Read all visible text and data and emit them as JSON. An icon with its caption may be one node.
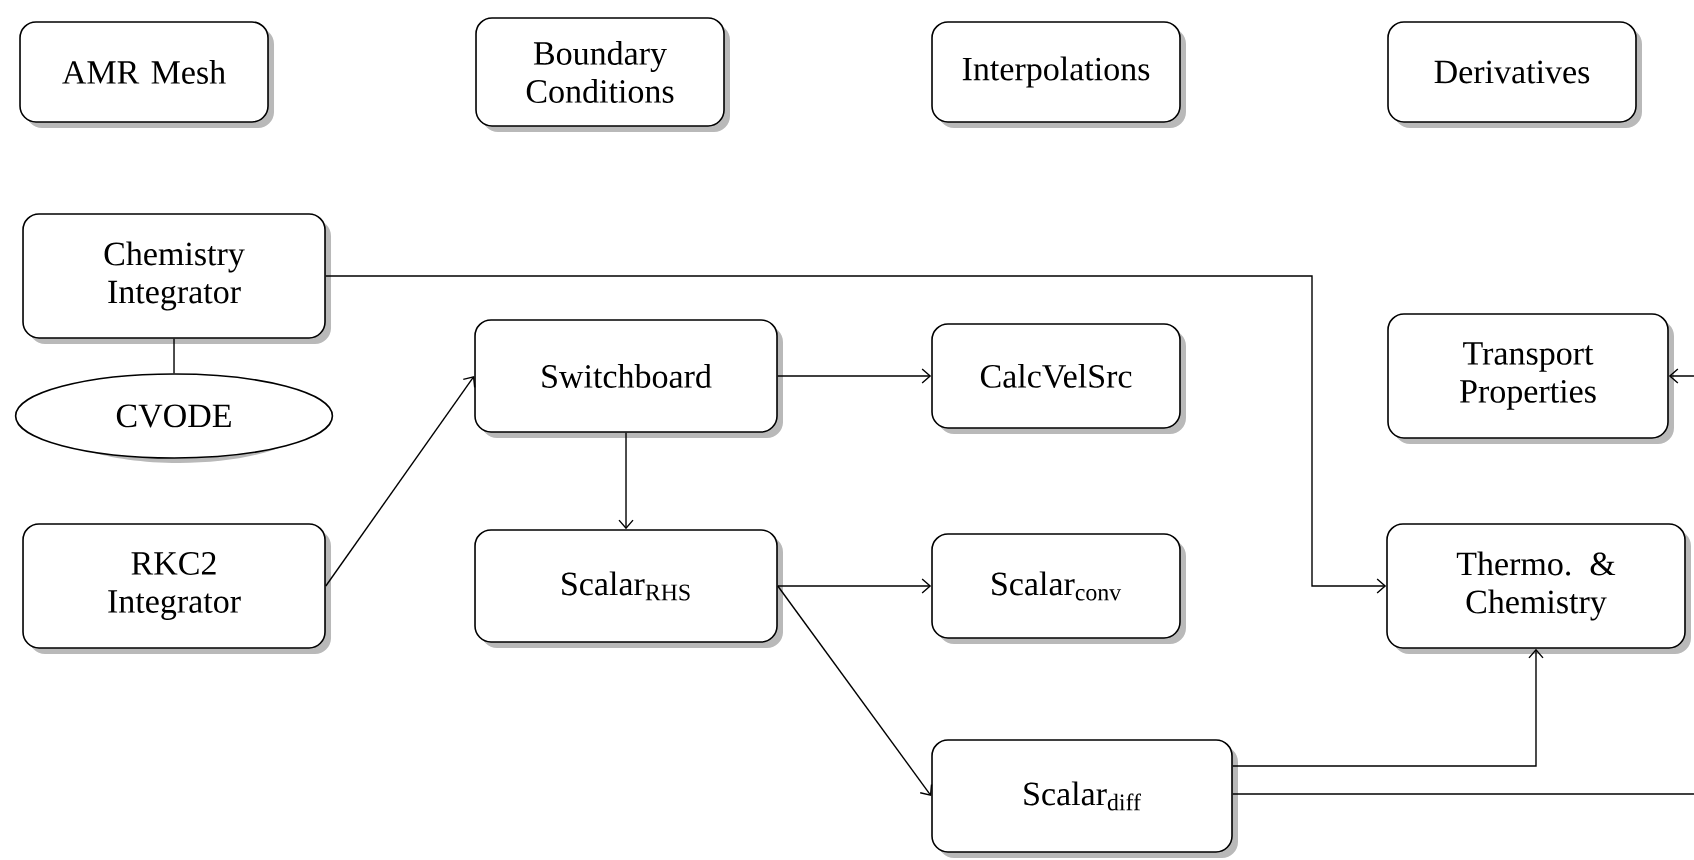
{
  "diagram": {
    "nodes": [
      {
        "text": [
          "AMR Mesh"
        ]
      },
      {
        "text": [
          "Boundary Conditions"
        ]
      },
      {
        "text": [
          "Interpolations"
        ]
      },
      {
        "text": [
          "Derivatives"
        ]
      },
      {
        "text": [
          "Chemistry Integrator"
        ]
      },
      {
        "text": [
          "CVODE"
        ]
      },
      {
        "text": [
          "Switchboard"
        ]
      },
      {
        "text": [
          "CalcVelSrc"
        ]
      },
      {
        "text": [
          "Transport Properties"
        ]
      },
      {
        "text": [
          "RKC2 Integrator"
        ]
      },
      {
        "text": [
          "Scalar$_{RHS}$"
        ]
      },
      {
        "text": [
          "Scalar$_{conv}$"
        ]
      },
      {
        "text": [
          "Thermo. & Chemistry"
        ]
      },
      {
        "text": [
          "Scalar$_{diff}$"
        ]
      }
    ],
    "edges": [
      {
        "from": 4,
        "to": 12,
        "arrow": "to"
      },
      {
        "from": 4,
        "to": 5,
        "arrow": "none"
      },
      {
        "from": 9,
        "to": 6,
        "arrow": "to"
      },
      {
        "from": 6,
        "to": 7,
        "arrow": "to"
      },
      {
        "from": 6,
        "to": 10,
        "arrow": "to"
      },
      {
        "from": 10,
        "to": 11,
        "arrow": "to"
      },
      {
        "from": 10,
        "to": 13,
        "arrow": "to"
      },
      {
        "from": 13,
        "to": 12,
        "arrow": "to"
      },
      {
        "from": null,
        "to": 8,
        "arrow": "to"
      },
      {
        "from": 13,
        "to": null,
        "arrow": "none"
      }
    ]
  }
}
